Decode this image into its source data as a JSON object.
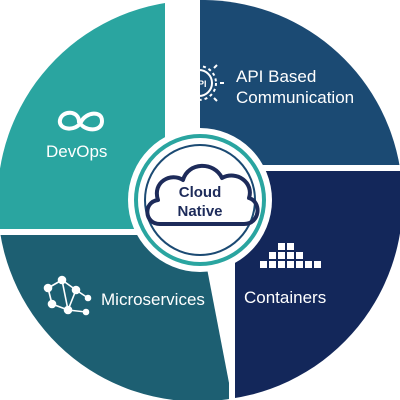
{
  "colors": {
    "devops": "#2aa5a0",
    "api": "#1b4a73",
    "containers": "#13275a",
    "microservices": "#1d5f72",
    "center_ring": "#2aa5a0",
    "center_text": "#1d2b5a",
    "background": "#ffffff"
  },
  "center": {
    "line1": "Cloud",
    "line2": "Native",
    "icon": "cloud-icon"
  },
  "segments": [
    {
      "id": "devops",
      "label": "DevOps",
      "icon": "infinity-icon"
    },
    {
      "id": "api",
      "line1": "API Based",
      "line2": "Communication",
      "icon": "api-gear-icon",
      "icon_text": "API"
    },
    {
      "id": "microservices",
      "label": "Microservices",
      "icon": "network-nodes-icon"
    },
    {
      "id": "containers",
      "label": "Containers",
      "icon": "container-blocks-icon"
    }
  ]
}
